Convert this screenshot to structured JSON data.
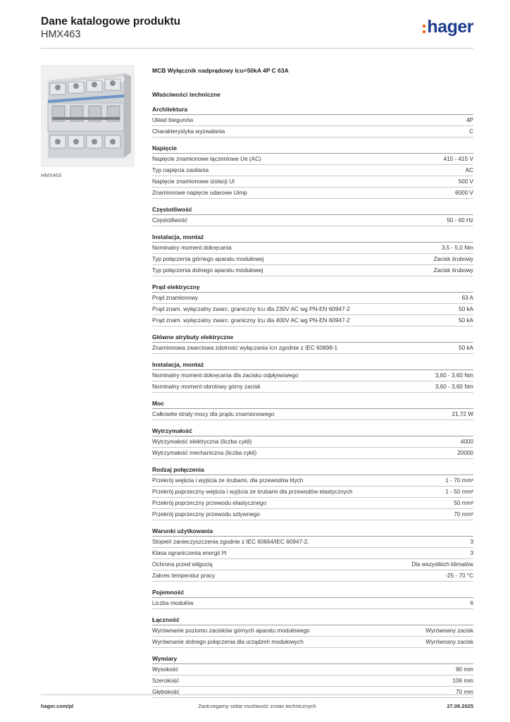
{
  "header": {
    "title": "Dane katalogowe produktu",
    "subtitle": "HMX463",
    "logo_text": "hager"
  },
  "product": {
    "image_caption": "HMX463",
    "title": "MCB Wyłącznik nadprądowy Icu=50kA 4P C 63A",
    "properties_heading": "Właściwości techniczne"
  },
  "sections": [
    {
      "title": "Architektura",
      "rows": [
        {
          "label": "Układ biegunów",
          "value": "4P"
        },
        {
          "label": "Charakterystyka wyzwalania",
          "value": "C"
        }
      ]
    },
    {
      "title": "Napięcie",
      "rows": [
        {
          "label": "Napięcie znamionowe łączeniowe Ue (AC)",
          "value": "415 - 415 V"
        },
        {
          "label": "Typ napięcia zasilania",
          "value": "AC"
        },
        {
          "label": "Napięcie znamionowe izolacji Ui",
          "value": "500 V"
        },
        {
          "label": "Znamionowe napięcie udarowe Uimp",
          "value": "6000 V"
        }
      ]
    },
    {
      "title": "Częstotliwość",
      "rows": [
        {
          "label": "Częstotliwość",
          "value": "50 - 60 Hz"
        }
      ]
    },
    {
      "title": "Instalacja, montaż",
      "rows": [
        {
          "label": "Nominalny moment dokręcania",
          "value": "3,5 - 5,0 Nm"
        },
        {
          "label": "Typ połączenia górnego aparatu modułowej",
          "value": "Zacisk śrubowy"
        },
        {
          "label": "Typ połączenia dolnego aparatu modułowej",
          "value": "Zacisk śrubowy"
        }
      ]
    },
    {
      "title": "Prąd elektryczny",
      "rows": [
        {
          "label": "Prąd znamionowy",
          "value": "63 A"
        },
        {
          "label": "Prąd znam. wyłączalny zwarc. graniczny Icu dla 230V AC wg PN-EN 60947-2",
          "value": "50 kA"
        },
        {
          "label": "Prąd znam. wyłączalny zwarc. graniczny Icu dla 400V AC wg PN-EN 60947-2",
          "value": "50 kA"
        }
      ]
    },
    {
      "title": "Główne atrybuty elektryczne",
      "rows": [
        {
          "label": "Znamionowa zwarciowa zdolność wyłączania Icn zgodnie z IEC 60898-1",
          "value": "50 kA"
        }
      ]
    },
    {
      "title": "Instalacja, montaż",
      "rows": [
        {
          "label": "Nominalny moment dokręcania dla zacisku odpływowego",
          "value": "3,60 - 3,60 Nm"
        },
        {
          "label": "Nominalny moment obrotowy górny zacisk",
          "value": "3,60 - 3,60 Nm"
        }
      ]
    },
    {
      "title": "Moc",
      "rows": [
        {
          "label": "Całkowite straty mocy dla prądu znamionowego",
          "value": "21,72 W"
        }
      ]
    },
    {
      "title": "Wytrzymałość",
      "rows": [
        {
          "label": "Wytrzymałość elektryczna (liczba cykli)",
          "value": "4000"
        },
        {
          "label": "Wytrzymałość mechaniczna (liczba cykli)",
          "value": "20000"
        }
      ]
    },
    {
      "title": "Rodzaj połączenia",
      "rows": [
        {
          "label": "Przekrój wejścia i wyjścia ze śrubami, dla przewodów litych",
          "value": "1 - 70 mm²"
        },
        {
          "label": "Przekrój poprzeczny wejścia i wyjścia ze śrubami dla przewodów elastycznych",
          "value": "1 - 50 mm²"
        },
        {
          "label": "Przekrój poprzeczny przewodu elastycznego",
          "value": "50 mm²"
        },
        {
          "label": "Przekrój poprzeczny przewodu sztywnego",
          "value": "70 mm²"
        }
      ]
    },
    {
      "title": "Warunki użytkowania",
      "rows": [
        {
          "label": "Stopień zanieczyszczenia zgodnie z IEC 60664/IEC 60947-2.",
          "value": "3"
        },
        {
          "label": "Klasa ograniczenia energii I²t",
          "value": "3"
        },
        {
          "label": "Ochrona przed wilgocią",
          "value": "Dla wszystkich klimatów"
        },
        {
          "label": "Zakres temperatur pracy",
          "value": "-25 - 70 °C"
        }
      ]
    },
    {
      "title": "Pojemność",
      "rows": [
        {
          "label": "Liczba modułów",
          "value": "6"
        }
      ]
    },
    {
      "title": "Łączność",
      "rows": [
        {
          "label": "Wyrównanie poziomu zacisków górnych aparatu modułowego",
          "value": "Wyrównany zacisk"
        },
        {
          "label": "Wyrównanie dolnego połączenia dla urządzeń modułowych",
          "value": "Wyrównany zacisk"
        }
      ]
    },
    {
      "title": "Wymiary",
      "rows": [
        {
          "label": "Wysokość",
          "value": "90 mm"
        },
        {
          "label": "Szerokość",
          "value": "106 mm"
        },
        {
          "label": "Głębokość",
          "value": "70 mm"
        }
      ]
    }
  ],
  "footer": {
    "website": "hager.com/pl",
    "notice": "Zastrzegamy sobie możliwość zmian technicznych",
    "date": "27.08.2025"
  }
}
